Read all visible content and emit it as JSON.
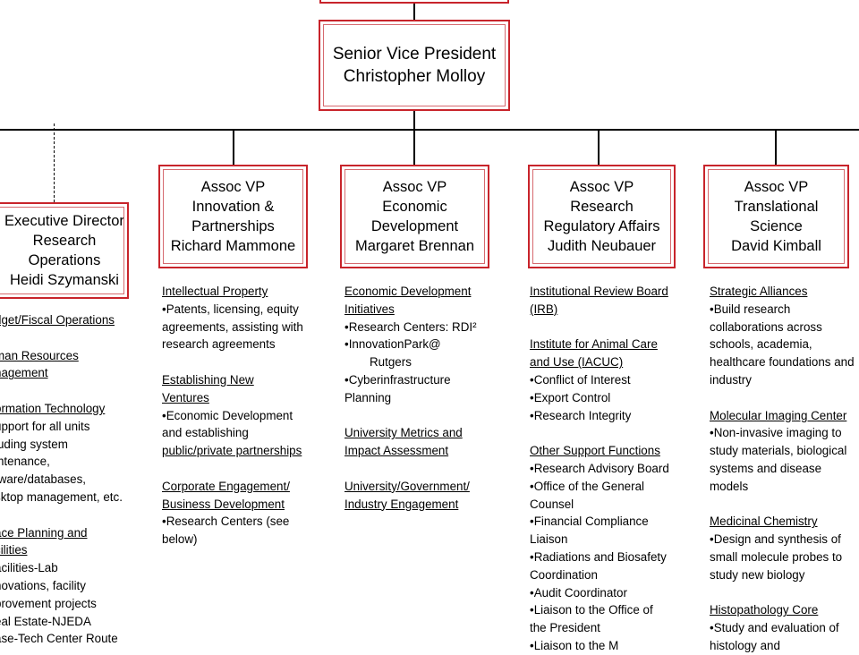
{
  "colors": {
    "box_border": "#c8242b",
    "line": "#000000"
  },
  "svp": {
    "title": "Senior Vice President",
    "name": "Christopher Molloy"
  },
  "exec": {
    "lines": [
      "Executive Director",
      "Research",
      "Operations",
      "Heidi Szymanski"
    ]
  },
  "avp1": {
    "lines": [
      "Assoc VP",
      "Innovation &",
      "Partnerships",
      "Richard Mammone"
    ]
  },
  "avp2": {
    "lines": [
      "Assoc VP",
      "Economic",
      "Development",
      "Margaret Brennan"
    ]
  },
  "avp3": {
    "lines": [
      "Assoc VP",
      "Research",
      "Regulatory Affairs",
      "Judith Neubauer"
    ]
  },
  "avp4": {
    "lines": [
      "Assoc VP",
      "Translational",
      "Science",
      "David Kimball"
    ]
  },
  "col_exec": [
    {
      "t": "h",
      "v": "dget/Fiscal Operations"
    },
    {
      "t": "sp"
    },
    {
      "t": "h",
      "v": "man Resources"
    },
    {
      "t": "h",
      "v": "nagement"
    },
    {
      "t": "sp"
    },
    {
      "t": "h",
      "v": "ormation Technology"
    },
    {
      "t": "i",
      "v": "upport for all units"
    },
    {
      "t": "i",
      "v": "luding system"
    },
    {
      "t": "i",
      "v": "intenance,"
    },
    {
      "t": "i",
      "v": "tware/databases,"
    },
    {
      "t": "i",
      "v": "sktop management, etc."
    },
    {
      "t": "sp"
    },
    {
      "t": "h",
      "v": "ace Planning and"
    },
    {
      "t": "h",
      "v": "cilities"
    },
    {
      "t": "i",
      "v": "acilities-Lab"
    },
    {
      "t": "i",
      "v": "novations, facility"
    },
    {
      "t": "i",
      "v": "provement projects"
    },
    {
      "t": "i",
      "v": "eal Estate-NJEDA"
    },
    {
      "t": "i",
      "v": "ase-Tech Center Route"
    }
  ],
  "col1": [
    {
      "t": "h",
      "v": "Intellectual Property"
    },
    {
      "t": "i",
      "v": "•Patents, licensing, equity"
    },
    {
      "t": "i",
      "v": "agreements, assisting with"
    },
    {
      "t": "i",
      "v": "research agreements"
    },
    {
      "t": "sp"
    },
    {
      "t": "h",
      "v": "Establishing New"
    },
    {
      "t": "h",
      "v": "Ventures"
    },
    {
      "t": "i",
      "v": "•Economic Development"
    },
    {
      "t": "i",
      "v": "and establishing"
    },
    {
      "t": "h",
      "v": "public/private partnerships"
    },
    {
      "t": "sp"
    },
    {
      "t": "h",
      "v": "Corporate Engagement/"
    },
    {
      "t": "h",
      "v": "Business Development"
    },
    {
      "t": "i",
      "v": "•Research Centers (see"
    },
    {
      "t": "i",
      "v": "below)"
    }
  ],
  "col2": [
    {
      "t": "h",
      "v": "Economic Development"
    },
    {
      "t": "h",
      "v": "Initiatives"
    },
    {
      "t": "i",
      "v": "•Research Centers:  RDI²"
    },
    {
      "t": "i",
      "v": "•InnovationPark@"
    },
    {
      "t": "ind",
      "v": "Rutgers"
    },
    {
      "t": "i",
      "v": "•Cyberinfrastructure"
    },
    {
      "t": "i",
      "v": "Planning"
    },
    {
      "t": "sp"
    },
    {
      "t": "h",
      "v": "University Metrics and"
    },
    {
      "t": "h",
      "v": "Impact Assessment"
    },
    {
      "t": "sp"
    },
    {
      "t": "h",
      "v": "University/Government/"
    },
    {
      "t": "h",
      "v": "Industry Engagement"
    }
  ],
  "col3": [
    {
      "t": "h",
      "v": "Institutional Review Board"
    },
    {
      "t": "h",
      "v": "(IRB)"
    },
    {
      "t": "sp"
    },
    {
      "t": "h",
      "v": "Institute for Animal Care"
    },
    {
      "t": "h",
      "v": "and Use (IACUC)"
    },
    {
      "t": "i",
      "v": "•Conflict of Interest"
    },
    {
      "t": "i",
      "v": "•Export Control"
    },
    {
      "t": "i",
      "v": "•Research Integrity"
    },
    {
      "t": "sp"
    },
    {
      "t": "h",
      "v": "Other Support Functions"
    },
    {
      "t": "i",
      "v": "•Research Advisory Board"
    },
    {
      "t": "i",
      "v": "•Office of the General"
    },
    {
      "t": "i",
      "v": "Counsel"
    },
    {
      "t": "i",
      "v": "•Financial Compliance"
    },
    {
      "t": "i",
      "v": "Liaison"
    },
    {
      "t": "i",
      "v": "•Radiations and Biosafety"
    },
    {
      "t": "i",
      "v": "Coordination"
    },
    {
      "t": "i",
      "v": "•Audit Coordinator"
    },
    {
      "t": "i",
      "v": "•Liaison to the Office of"
    },
    {
      "t": "i",
      "v": "the President"
    },
    {
      "t": "i",
      "v": "•Liaison to the M"
    }
  ],
  "col4": [
    {
      "t": "h",
      "v": "Strategic Alliances"
    },
    {
      "t": "i",
      "v": "•Build research"
    },
    {
      "t": "i",
      "v": "collaborations across"
    },
    {
      "t": "i",
      "v": "schools, academia,"
    },
    {
      "t": "i",
      "v": "healthcare foundations and"
    },
    {
      "t": "i",
      "v": "industry"
    },
    {
      "t": "sp"
    },
    {
      "t": "h",
      "v": "Molecular Imaging Center"
    },
    {
      "t": "i",
      "v": "•Non-invasive imaging to"
    },
    {
      "t": "i",
      "v": "study materials, biological"
    },
    {
      "t": "i",
      "v": "systems and disease"
    },
    {
      "t": "i",
      "v": "models"
    },
    {
      "t": "sp"
    },
    {
      "t": "h",
      "v": "Medicinal Chemistry"
    },
    {
      "t": "i",
      "v": "•Design and synthesis of"
    },
    {
      "t": "i",
      "v": "small molecule probes to"
    },
    {
      "t": "i",
      "v": "study new biology"
    },
    {
      "t": "sp"
    },
    {
      "t": "h",
      "v": "Histopathology Core"
    },
    {
      "t": "i",
      "v": "•Study and evaluation of"
    },
    {
      "t": "i",
      "v": "histology and"
    }
  ]
}
